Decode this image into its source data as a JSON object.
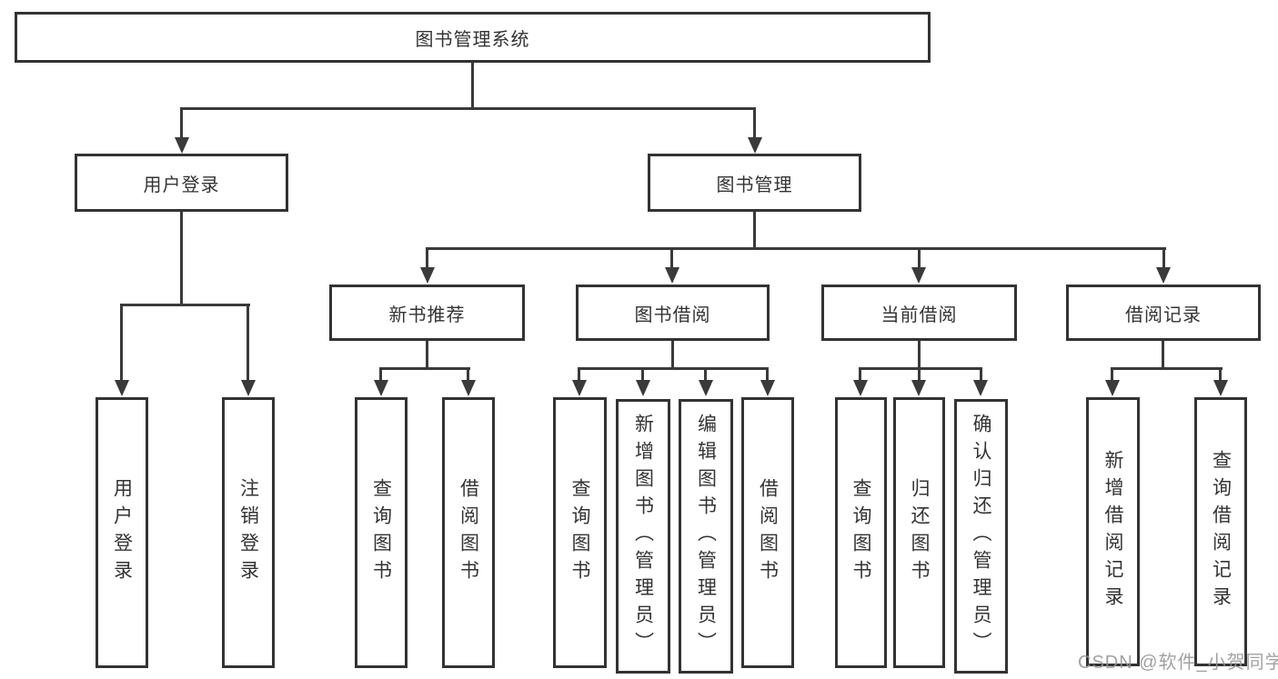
{
  "diagram": {
    "root": "图书管理系统",
    "branches": [
      {
        "label": "用户登录",
        "children": [
          "用户登录",
          "注销登录"
        ]
      },
      {
        "label": "图书管理",
        "groups": [
          {
            "label": "新书推荐",
            "children": [
              "查询图书",
              "借阅图书"
            ]
          },
          {
            "label": "图书借阅",
            "children": [
              "查询图书",
              "新增图书（管理员）",
              "编辑图书（管理员）",
              "借阅图书"
            ]
          },
          {
            "label": "当前借阅",
            "children": [
              "查询图书",
              "归还图书",
              "确认归还（管理员）"
            ]
          },
          {
            "label": "借阅记录",
            "children": [
              "新增借阅记录",
              "查询借阅记录"
            ]
          }
        ]
      }
    ]
  },
  "colors": {
    "box_border": "#333333",
    "connector": "#3a3a3a",
    "text": "#333333",
    "watermark": "#949494"
  },
  "watermark": "CSDN @软件_小贺同学"
}
